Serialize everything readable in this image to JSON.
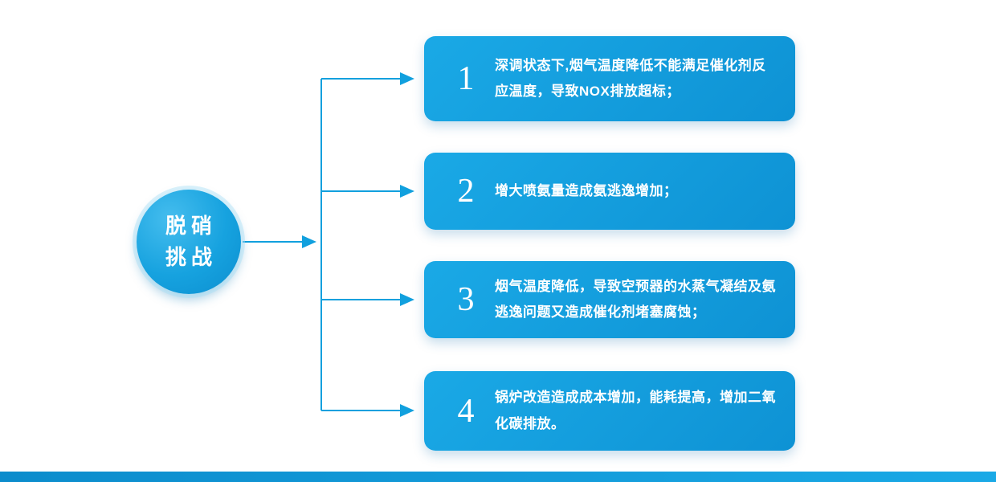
{
  "center": {
    "line1": "脱硝",
    "line2": "挑战"
  },
  "items": [
    {
      "number": "1",
      "text": "深调状态下,烟气温度降低不能满足催化剂反应温度，导致NOX排放超标；"
    },
    {
      "number": "2",
      "text": "增大喷氨量造成氨逃逸增加；"
    },
    {
      "number": "3",
      "text": "烟气温度降低，导致空预器的水蒸气凝结及氨逃逸问题又造成催化剂堵塞腐蚀；"
    },
    {
      "number": "4",
      "text": "锅炉改造造成成本增加，能耗提高，增加二氧化碳排放。"
    }
  ],
  "colors": {
    "primary": "#11a0de",
    "primary-dark": "#0c8ccc",
    "box-grad-a": "#1aa9e6",
    "box-grad-b": "#0e92d4",
    "circle-grad-a": "#45bdee",
    "circle-grad-b": "#0c8ecf"
  }
}
